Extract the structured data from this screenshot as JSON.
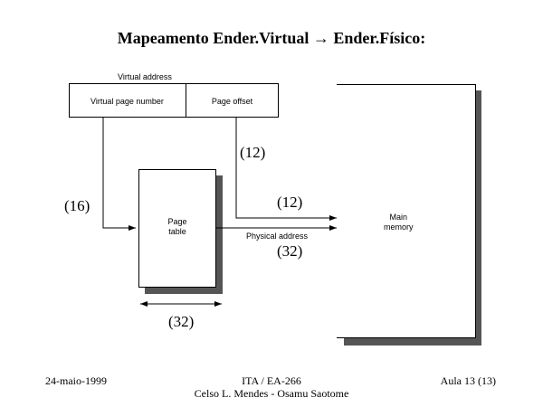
{
  "title": "Mapeamento Ender.Virtual → Ender.Físico:",
  "diagram": {
    "virtual_address_label": "Virtual address",
    "virtual_page_number": "Virtual page number",
    "page_offset": "Page offset",
    "page_table": "Page\ntable",
    "physical_address_label": "Physical address",
    "main_memory": "Main\nmemory",
    "bits_offset_top": "(12)",
    "bits_vpn": "(16)",
    "bits_offset_arrow": "(12)",
    "bits_physical": "(32)",
    "bits_table_width": "(32)"
  },
  "footer": {
    "date": "24-maio-1999",
    "course": "ITA / EA-266",
    "authors": "Celso L. Mendes - Osamu Saotome",
    "lecture": "Aula 13 (13)"
  }
}
